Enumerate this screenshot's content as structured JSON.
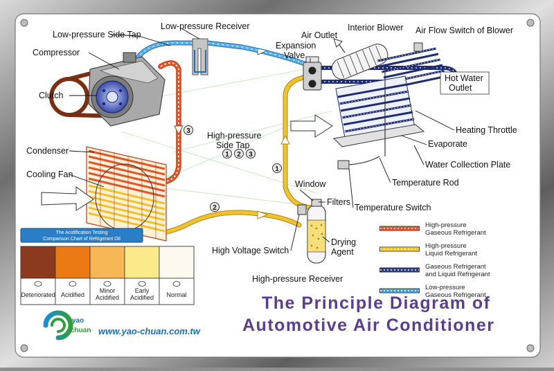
{
  "title": {
    "line1": "The Principle Diagram of",
    "line2": "Automotive Air  Conditioner",
    "color": "#5a3e8f"
  },
  "labels": {
    "low_pressure_receiver": "Low-pressure Receiver",
    "low_pressure_side_tap": "Low-pressure Side Tap",
    "compressor": "Compressor",
    "clutch": "Clutch",
    "condenser": "Condenser",
    "cooling_fan": "Cooling Fan",
    "air_outlet": "Air Outlet",
    "interior_blower": "Interior Blower",
    "air_flow_switch": "Air Flow Switch of Blower",
    "expansion_valve_1": "Expansion",
    "expansion_valve_2": "Valve",
    "hot_water_outlet_1": "Hot Water",
    "hot_water_outlet_2": "Outlet",
    "heating_throttle": "Heating Throttle",
    "evaporate": "Evaporate",
    "water_collection_plate": "Water Collection Plate",
    "temperature_rod": "Temperature Rod",
    "temperature_switch": "Temperature Switch",
    "high_pressure_side_tap_1": "High-pressure",
    "high_pressure_side_tap_2": "Side Tap",
    "window": "Window",
    "filters": "Filters",
    "drying_agent_1": "Drying",
    "drying_agent_2": "Agent",
    "high_voltage_switch": "High Voltage Switch",
    "high_pressure_receiver": "High-pressure Receiver"
  },
  "markers": {
    "m1": "1",
    "m2": "2",
    "m3": "3"
  },
  "legend": [
    {
      "line1": "High-pressure",
      "line2": "Gaseous Refrigerant",
      "color": "#e2552a",
      "dots": "#ffffff"
    },
    {
      "line1": "High-pressure",
      "line2": "Liquid Refrigerant",
      "color": "#f2c12e",
      "dots": "#ffffff"
    },
    {
      "line1": "Gaseous Refrigerant",
      "line2": "and Liquid Refrigerant",
      "color": "#2b3a8c",
      "dots": "#ffffff"
    },
    {
      "line1": "Low-pressure",
      "line2": "Gaseous Refrigerant",
      "color": "#4a9ed8",
      "dots": "#ffffff"
    }
  ],
  "acid_chart": {
    "title_1": "The Acidification Testing",
    "title_2": "Comparison Chart of Refrigerant Oil",
    "swatches": [
      {
        "label_1": "Deteriorated",
        "label_2": "",
        "color": "#8b3a1e"
      },
      {
        "label_1": "Acidified",
        "label_2": "",
        "color": "#ec7a14"
      },
      {
        "label_1": "Minor",
        "label_2": "Acidified",
        "color": "#f7b757"
      },
      {
        "label_1": "Early",
        "label_2": "Acidified",
        "color": "#fbea8a"
      },
      {
        "label_1": "Normal",
        "label_2": "",
        "color": "#fdf9ee"
      }
    ]
  },
  "brand": {
    "name_1": "yao",
    "name_2": "chuan",
    "url": "www.yao-chuan.com.tw"
  }
}
